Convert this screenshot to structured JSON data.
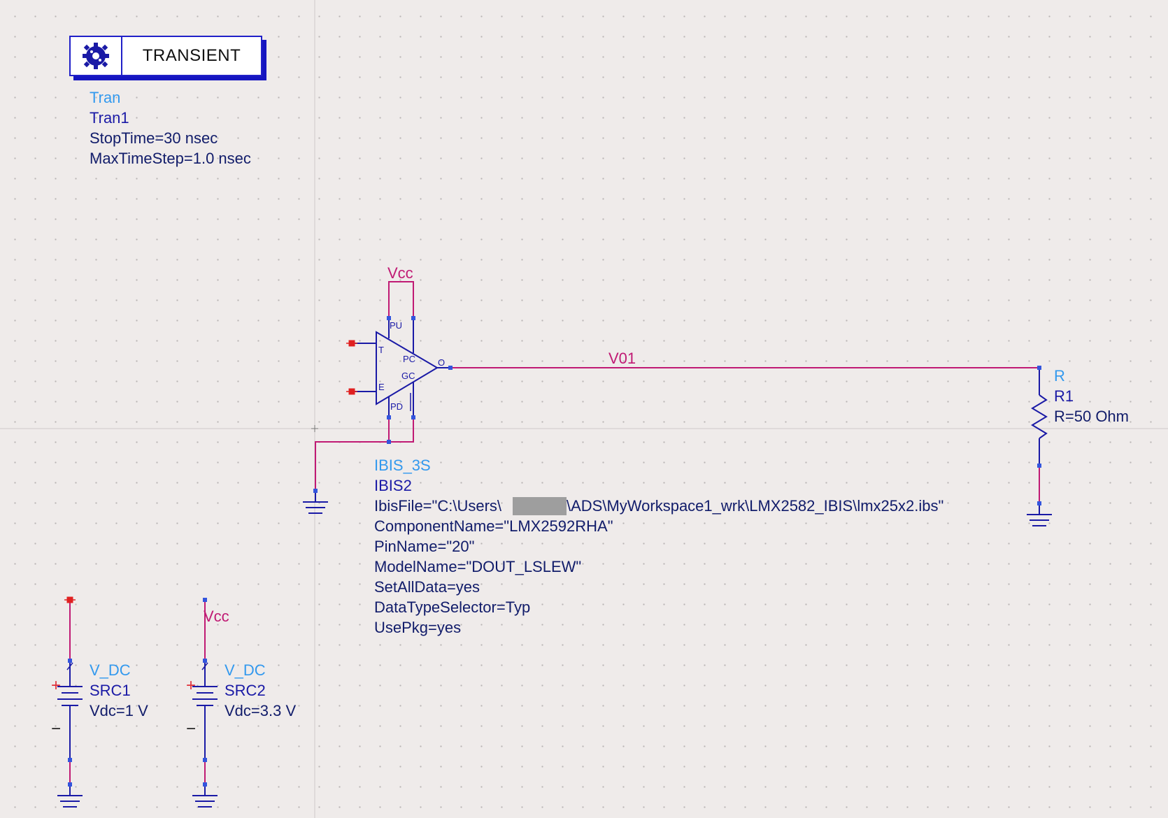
{
  "colors": {
    "background": "#efebea",
    "wire": "#c01a74",
    "component": "#1a1aa6",
    "component_type": "#3399ee",
    "pin_marker": "#3355dd",
    "unconnected_pin": "#e02020"
  },
  "transient": {
    "button_label": "TRANSIENT",
    "icon": "gear-cluster-icon",
    "type": "Tran",
    "instance": "Tran1",
    "params": [
      "StopTime=30 nsec",
      "MaxTimeStep=1.0 nsec"
    ]
  },
  "ibis": {
    "type": "IBIS_3S",
    "instance": "IBIS2",
    "pins": {
      "pu": "PU",
      "t": "T",
      "pc": "PC",
      "gc": "GC",
      "e": "E",
      "pd": "PD",
      "o": "O"
    },
    "params": [
      "IbisFile=\"C:\\Users\\",
      "\\ADS\\MyWorkspace1_wrk\\LMX2582_IBIS\\lmx25x2.ibs\"",
      "ComponentName=\"LMX2592RHA\"",
      "PinName=\"20\"",
      "ModelName=\"DOUT_LSLEW\"",
      "SetAllData=yes",
      "DataTypeSelector=Typ",
      "UsePkg=yes"
    ]
  },
  "nets": {
    "vcc_top": "Vcc",
    "vcc_src": "Vcc",
    "output": "V01"
  },
  "resistor": {
    "type": "R",
    "instance": "R1",
    "value": "R=50 Ohm"
  },
  "sources": [
    {
      "type": "V_DC",
      "instance": "SRC1",
      "value": "Vdc=1 V"
    },
    {
      "type": "V_DC",
      "instance": "SRC2",
      "value": "Vdc=3.3 V"
    }
  ],
  "source_symbols": {
    "plus": "+",
    "minus": "−"
  }
}
